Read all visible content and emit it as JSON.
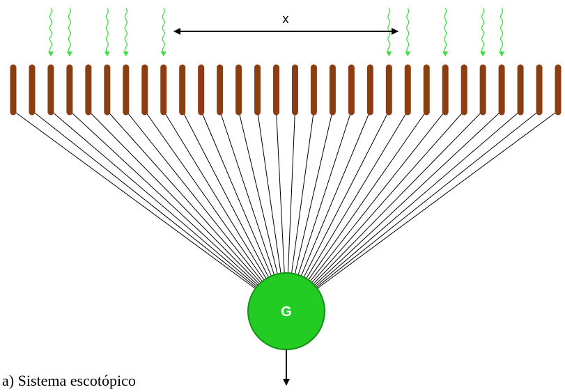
{
  "distance_label": "x",
  "cell_label": "G",
  "caption": "a) Sistema escotópico",
  "rod_count": 30,
  "photon_rod_indices": [
    2,
    3,
    5,
    6,
    8,
    20,
    21,
    23,
    25,
    26
  ],
  "colors": {
    "rod": "#8B3E12",
    "photon": "#3DDB3D",
    "ganglion_fill": "#22CC22",
    "ganglion_stroke": "#169016",
    "ganglion_text": "#FFFFFF",
    "wire": "#000000"
  }
}
